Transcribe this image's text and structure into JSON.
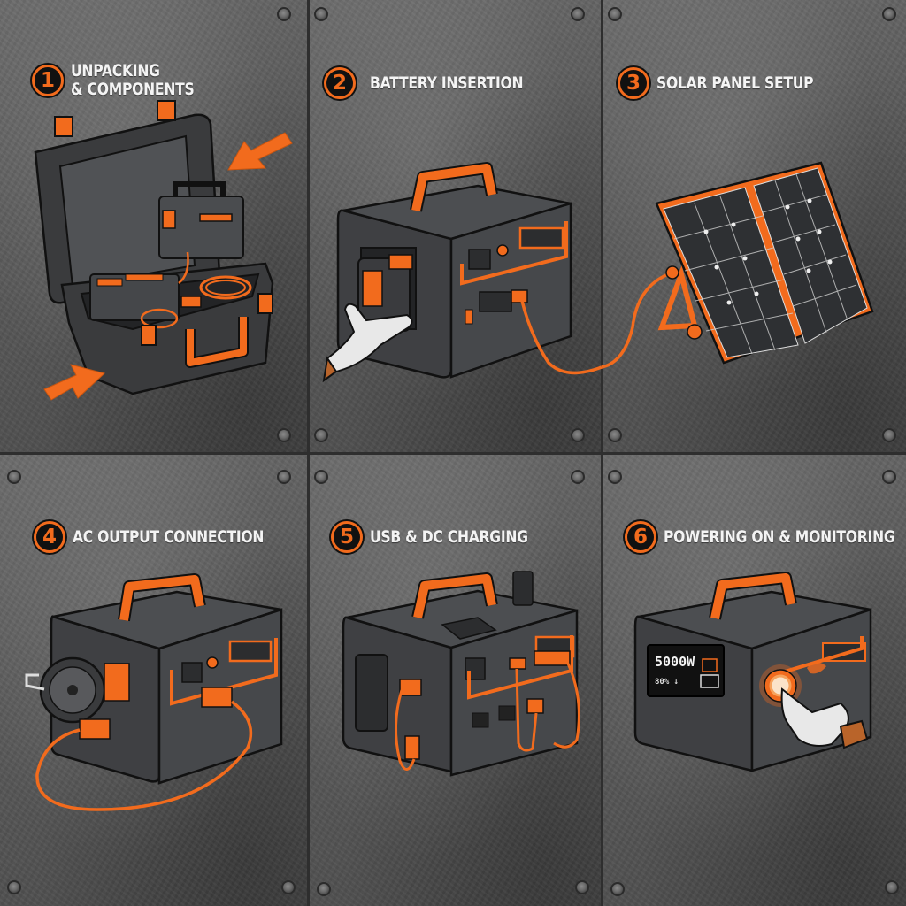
{
  "guide": {
    "accent_color": "#f26b1d",
    "unit_body_color": "#3d3e40",
    "background_color": "#5c5c5c",
    "steps": [
      {
        "number": "1",
        "title_lines": [
          "Unpacking",
          "& Components"
        ],
        "illustration": "open hard case with power station, battery pack and coiled cables, orange arrows pointing in"
      },
      {
        "number": "2",
        "title_lines": [
          "Battery Insertion"
        ],
        "illustration": "gloved hand sliding battery pack into side bay of power station, cable plugged into front"
      },
      {
        "number": "3",
        "title_lines": [
          "Solar Panel Setup"
        ],
        "illustration": "foldable two-section solar panel on orange kickstand with cable"
      },
      {
        "number": "4",
        "title_lines": [
          "AC Output Connection"
        ],
        "illustration": "circular saw plugged into AC outlet of power station"
      },
      {
        "number": "5",
        "title_lines": [
          "USB & DC Charging"
        ],
        "illustration": "phones and devices charging from USB and DC ports"
      },
      {
        "number": "6",
        "title_lines": [
          "Powering On & Monitoring"
        ],
        "illustration": "gloved finger pressing glowing power button; display reads 5000W",
        "display": {
          "main_readout": "5000W",
          "sub_readout": "80% ↓"
        }
      }
    ]
  }
}
